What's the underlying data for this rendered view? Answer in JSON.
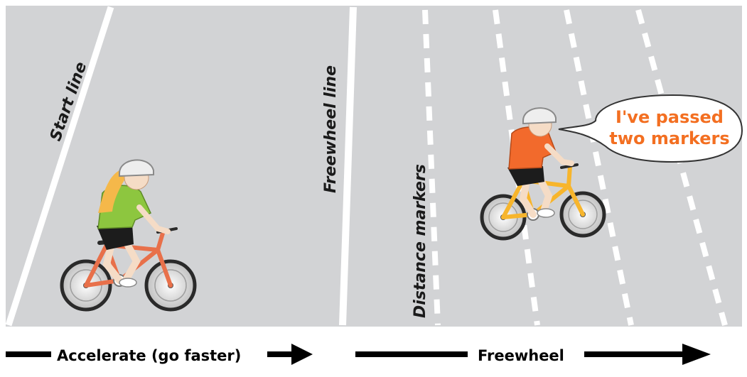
{
  "labels": {
    "start_line": "Start line",
    "freewheel_line": "Freewheel line",
    "distance_markers": "Distance markers"
  },
  "speech_bubble": {
    "line1": "I've passed",
    "line2": "two markers"
  },
  "arrows": {
    "accelerate": "Accelerate (go faster)",
    "freewheel": "Freewheel"
  },
  "colors": {
    "road": "#d2d3d5",
    "line": "#ffffff",
    "bubble_text": "#f36f21",
    "rider1_shirt": "#8dc63f",
    "rider1_bike": "#e8704a",
    "rider2_shirt": "#f26a2c",
    "rider2_bike": "#f7b52c"
  }
}
